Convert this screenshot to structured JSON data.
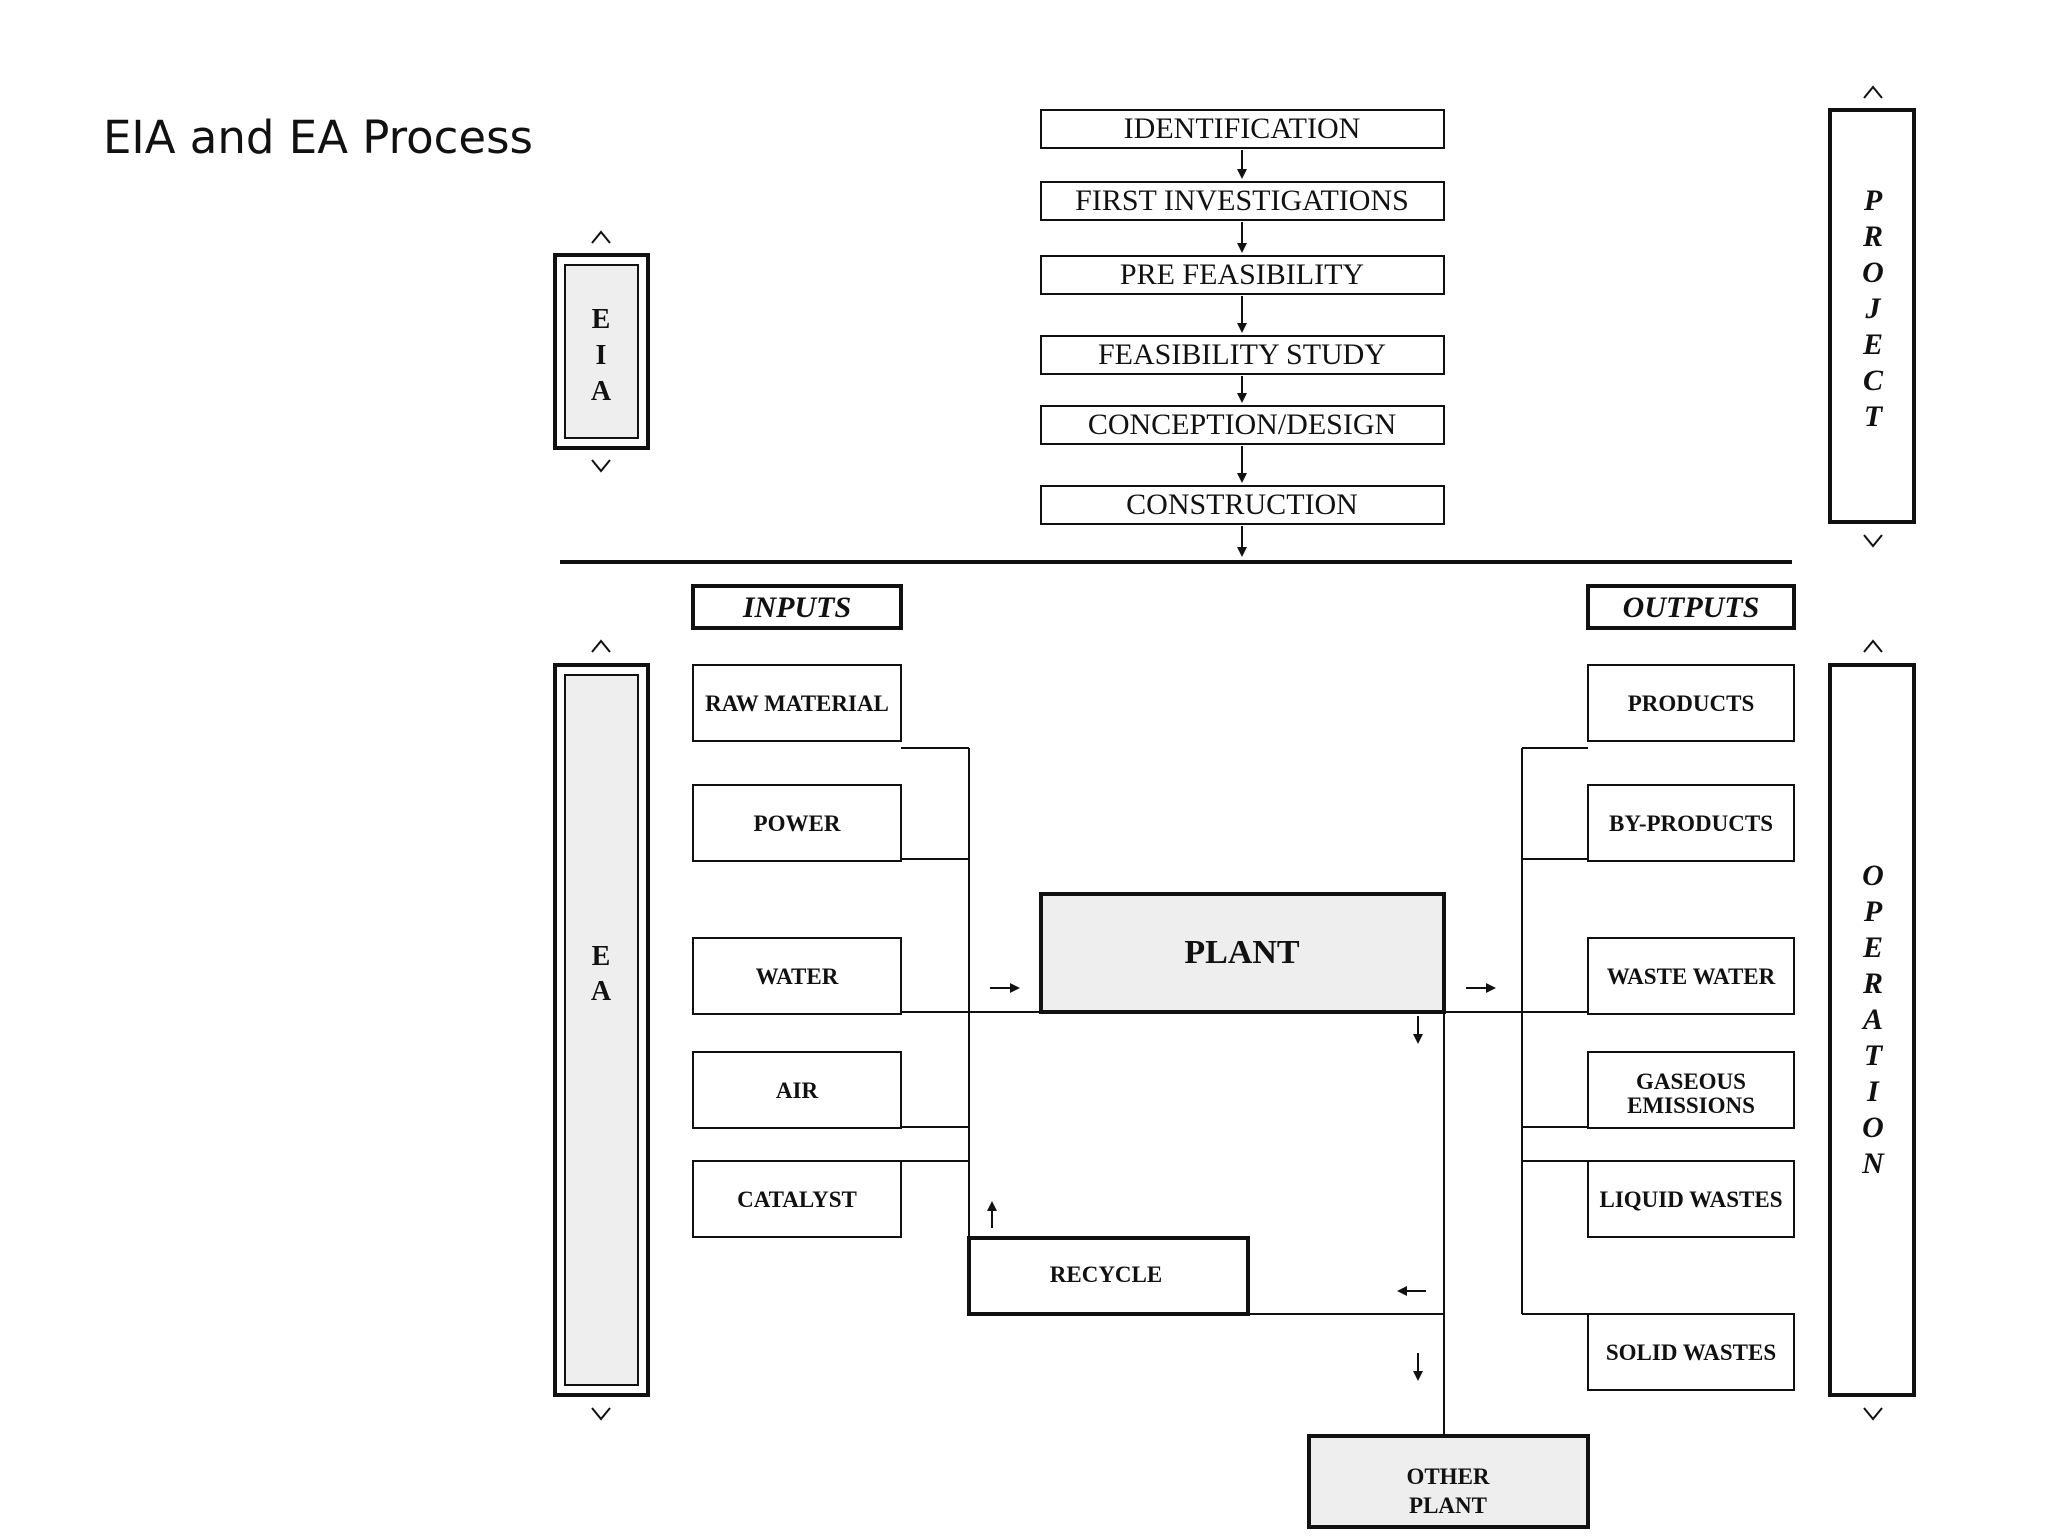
{
  "title": "EIA and EA Process",
  "project_stages": [
    "IDENTIFICATION",
    "FIRST INVESTIGATIONS",
    "PRE FEASIBILITY",
    "FEASIBILITY STUDY",
    "CONCEPTION/DESIGN",
    "CONSTRUCTION"
  ],
  "eia_label": [
    "E",
    "I",
    "A"
  ],
  "ea_label": [
    "E",
    "A"
  ],
  "project_label": [
    "P",
    "R",
    "O",
    "J",
    "E",
    "C",
    "T"
  ],
  "operation_label": [
    "O",
    "P",
    "E",
    "R",
    "A",
    "T",
    "I",
    "O",
    "N"
  ],
  "inputs_header": "INPUTS",
  "outputs_header": "OUTPUTS",
  "inputs": [
    "RAW MATERIAL",
    "POWER",
    "WATER",
    "AIR",
    "CATALYST"
  ],
  "outputs": [
    [
      "PRODUCTS"
    ],
    [
      "BY-PRODUCTS"
    ],
    [
      "WASTE WATER"
    ],
    [
      "GASEOUS",
      "EMISSIONS"
    ],
    [
      "LIQUID WASTES"
    ],
    [
      "SOLID WASTES"
    ]
  ],
  "plant": "PLANT",
  "recycle": "RECYCLE",
  "other_plant": [
    "OTHER",
    "PLANT"
  ],
  "colors": {
    "box_fill_gray": "#eeeeee",
    "line": "#111111"
  }
}
